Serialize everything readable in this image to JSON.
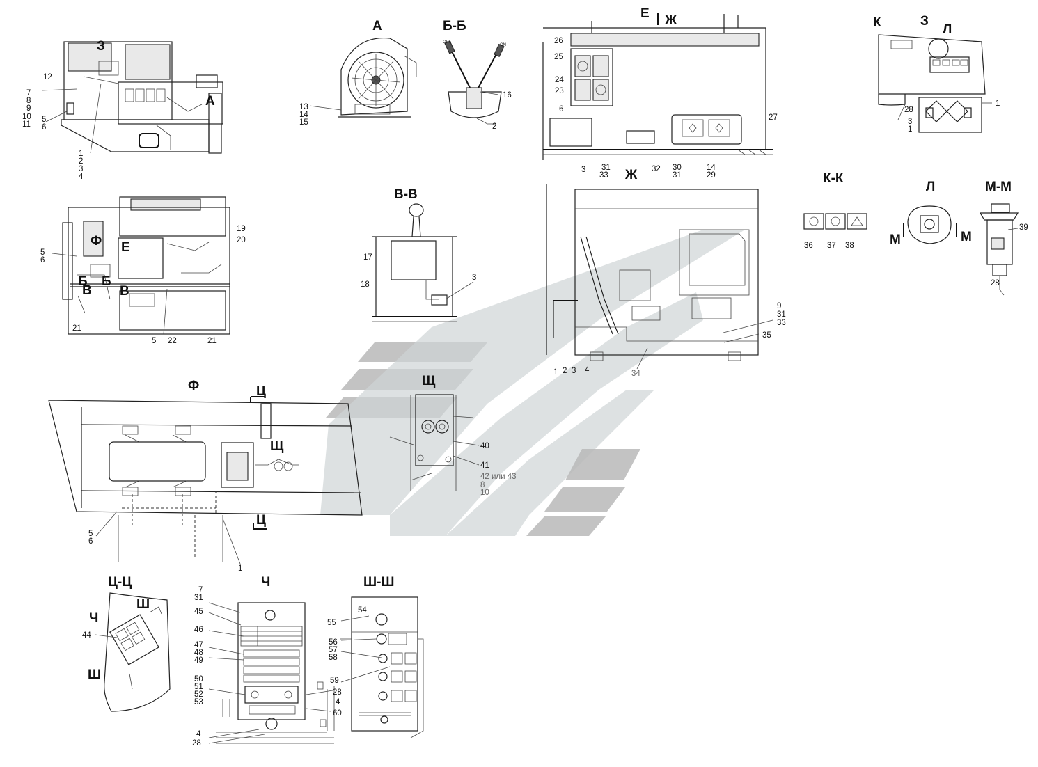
{
  "sections": {
    "a": "А",
    "bb": "Б-Б",
    "e": "Е",
    "zh_arrow": "Ж",
    "z_top": "З",
    "z_marker": "З",
    "k_marker": "К",
    "l_marker": "Л",
    "a_marker": "А",
    "vv": "В-В",
    "zh": "Ж",
    "kk": "К-К",
    "l": "Л",
    "mm": "М-М",
    "m_left": "М",
    "m_right": "М",
    "f_marker": "Ф",
    "e_marker": "Е",
    "b1": "Б",
    "b2": "Б",
    "v1": "В",
    "v2": "В",
    "f": "Ф",
    "ts_top": "Ц",
    "ts_bottom": "Ц",
    "shch_marker": "Щ",
    "shch": "Щ",
    "tsts": "Ц-Ц",
    "ch": "Ч",
    "ch_marker": "Ч",
    "shsh": "Ш-Ш",
    "sh1": "Ш",
    "sh2": "Ш"
  },
  "labels": {
    "v1_12": "12",
    "v1_7": "7",
    "v1_8": "8",
    "v1_9": "9",
    "v1_10": "10",
    "v1_11": "11",
    "v1_5": "5",
    "v1_6": "6",
    "v1_1": "1",
    "v1_2": "2",
    "v1_3": "3",
    "v1_4": "4",
    "a_13": "13",
    "a_14": "14",
    "a_15": "15",
    "bb_16": "16",
    "bb_2": "2",
    "bb_off": "OFF",
    "bb_on": "ON",
    "e_26": "26",
    "e_25": "25",
    "e_24": "24",
    "e_23": "23",
    "e_6": "6",
    "e_27": "27",
    "e_3": "3",
    "e_31a": "31",
    "e_33": "33",
    "e_32": "32",
    "e_30": "30",
    "e_31b": "31",
    "e_14": "14",
    "e_29": "29",
    "z_28": "28",
    "z_1a": "1",
    "z_3": "3",
    "z_1b": "1",
    "v2_19": "19",
    "v2_20": "20",
    "v2_5a": "5",
    "v2_6": "6",
    "v2_21a": "21",
    "v2_5b": "5",
    "v2_22": "22",
    "v2_21b": "21",
    "vv_17": "17",
    "vv_18": "18",
    "vv_3": "3",
    "zh_9": "9",
    "zh_31": "31",
    "zh_33": "33",
    "zh_35": "35",
    "zh_34": "34",
    "zh_1": "1",
    "zh_2": "2",
    "zh_3": "3",
    "zh_4": "4",
    "kk_36": "36",
    "kk_37": "37",
    "kk_38": "38",
    "mm_39": "39",
    "mm_28": "28",
    "shch_40": "40",
    "shch_41": "41",
    "shch_4243": "42 или 43",
    "shch_8": "8",
    "shch_10": "10",
    "f_5": "5",
    "f_6": "6",
    "f_1": "1",
    "tsts_44": "44",
    "ch_7": "7",
    "ch_31": "31",
    "ch_45": "45",
    "ch_46": "46",
    "ch_47": "47",
    "ch_48": "48",
    "ch_49": "49",
    "ch_50": "50",
    "ch_51": "51",
    "ch_52": "52",
    "ch_53": "53",
    "ch_28a": "28",
    "ch_4a": "4",
    "ch_60": "60",
    "ch_4b": "4",
    "ch_28b": "28",
    "shsh_54": "54",
    "shsh_55": "55",
    "shsh_56": "56",
    "shsh_57": "57",
    "shsh_58": "58",
    "shsh_59": "59"
  },
  "watermark_colors": {
    "dark": "#b9b9b9",
    "light": "#cfd4d6"
  }
}
